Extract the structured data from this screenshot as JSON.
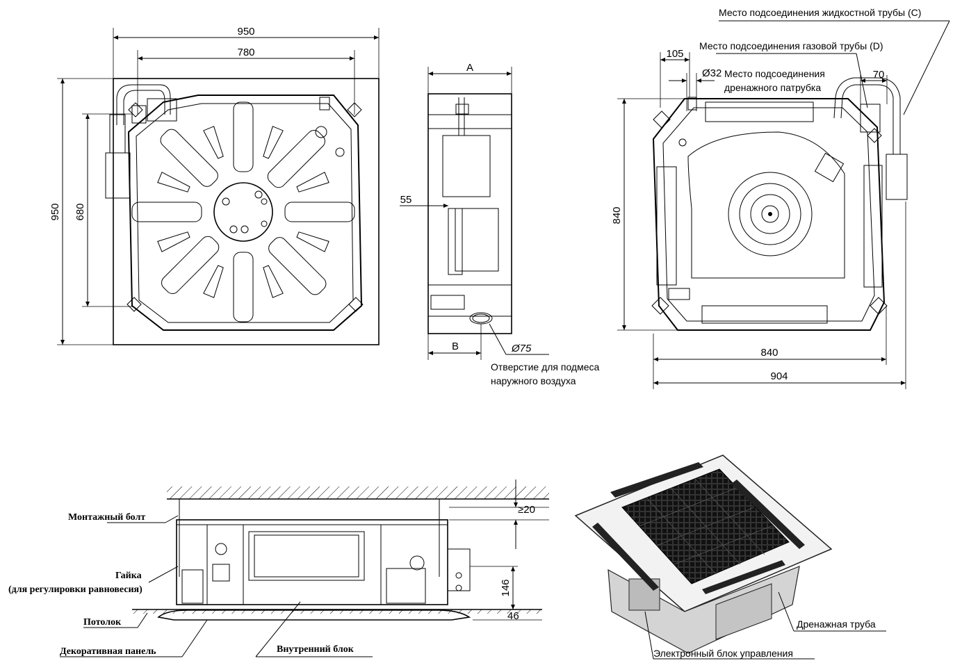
{
  "dimensions": {
    "top_view": {
      "width_outer": "950",
      "width_inner": "780",
      "height_outer": "950",
      "height_inner": "680"
    },
    "side_view": {
      "depth_a": "A",
      "offset_b": "B",
      "height_55": "55",
      "hole_diameter": "Ø75"
    },
    "bottom_view": {
      "offset_105": "105",
      "pipe_32": "Ø32",
      "offset_70": "70",
      "height_840": "840",
      "width_840": "840",
      "width_904": "904"
    },
    "install_view": {
      "gap_20": "≥20",
      "height_146": "146",
      "thickness_46": "46"
    }
  },
  "callouts": {
    "liquid_pipe": "Место подсоединения жидкостной трубы (C)",
    "gas_pipe": "Место подсоединения газовой трубы (D)",
    "drain_line1": "Место подсоединения",
    "drain_line2": "дренажного патрубка",
    "fresh_air_line1": "Отверстие для подмеса",
    "fresh_air_line2": "наружного воздуха",
    "drain_pipe": "Дренажная труба",
    "control_box": "Электронный блок управления"
  },
  "install_labels": {
    "mounting_bolt": "Монтажный болт",
    "nut_line1": "Гайка",
    "nut_line2": "(для регулировки равновесия)",
    "ceiling": "Потолок",
    "decorative_panel": "Декоративная панель",
    "indoor_unit": "Внутренний блок"
  }
}
